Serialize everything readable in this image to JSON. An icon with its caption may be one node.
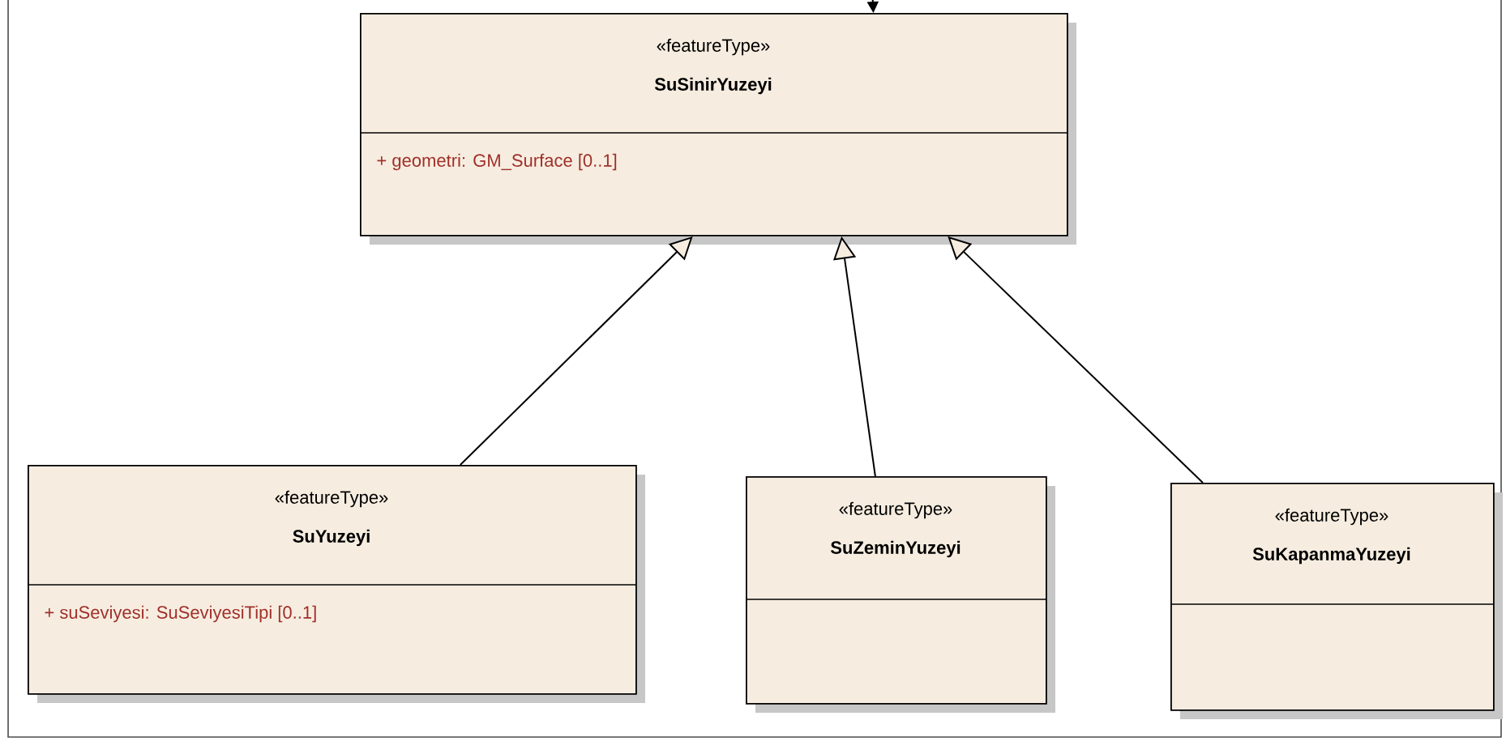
{
  "diagram": {
    "nodes": [
      {
        "text": [
          "«featureType»",
          "SuSinirYuzeyi",
          "+ geometri: GM_Surface [0..1]"
        ]
      },
      {
        "text": [
          "«featureType»",
          "SuYuzeyi",
          "+ suSeviyesi: SuSeviyesiTipi [0..1]"
        ]
      },
      {
        "text": [
          "«featureType»",
          "SuZeminYuzeyi"
        ]
      },
      {
        "text": [
          "«featureType»",
          "SuKapanmaYuzeyi"
        ]
      }
    ],
    "edges": [
      {
        "from": null,
        "to": 0,
        "arrow": "to"
      },
      {
        "from": 1,
        "to": 0,
        "arrow": "to"
      },
      {
        "from": 2,
        "to": 0,
        "arrow": "to"
      },
      {
        "from": 3,
        "to": 0,
        "arrow": "to"
      }
    ]
  }
}
